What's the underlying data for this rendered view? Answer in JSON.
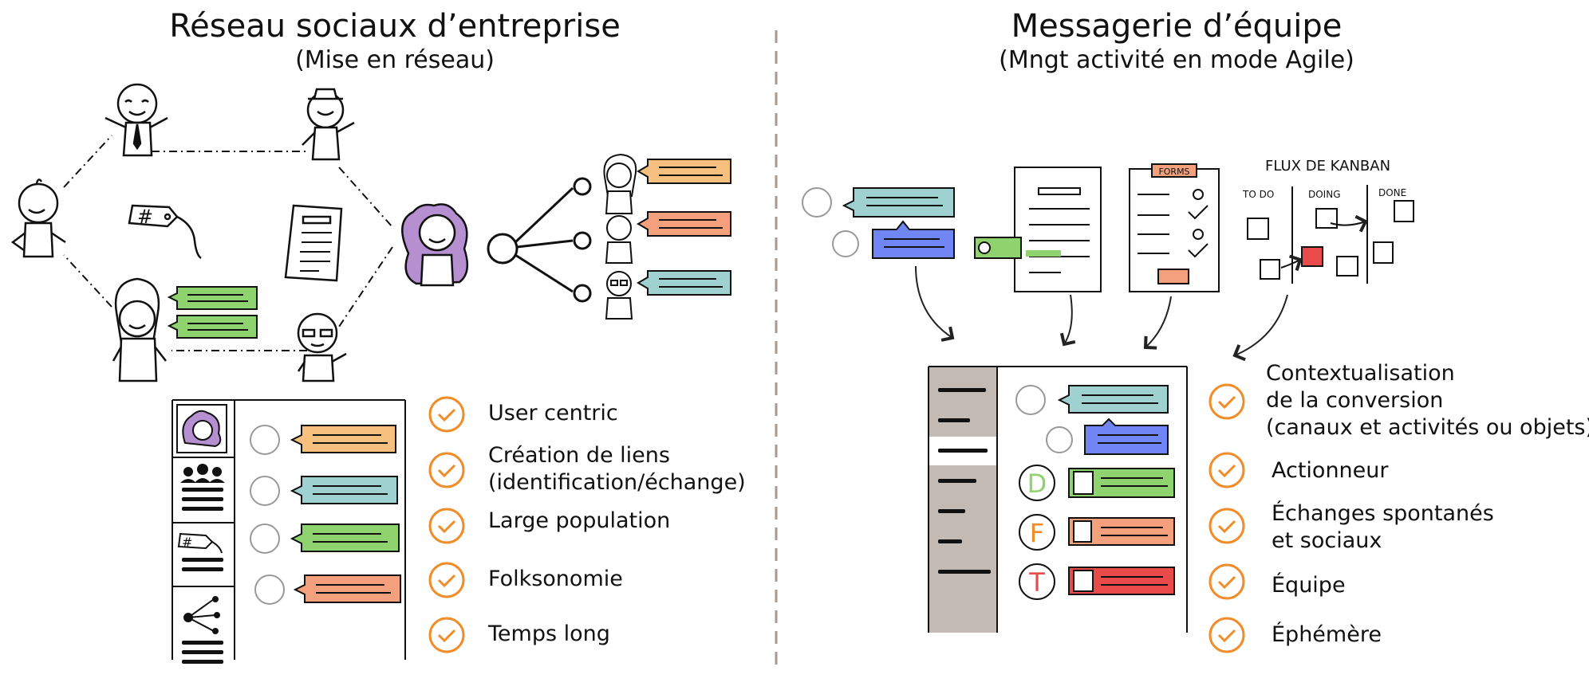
{
  "left": {
    "title": "Réseau sociaux d’entreprise",
    "subtitle": "(Mise en réseau)",
    "features": [
      "User centric",
      "Création de liens\n(identification/échange)",
      "Large population",
      "Folksonomie",
      "Temps long"
    ],
    "tag_symbol": "#"
  },
  "right": {
    "title": "Messagerie d’équipe",
    "subtitle": "(Mngt activité en mode Agile)",
    "features": [
      "Contextualisation\nde la conversion\n(canaux et activités ou objets)",
      "Actionneur",
      "Échanges spontanés\net sociaux",
      "Équipe",
      "Éphémère"
    ],
    "forms_label": "FORMS",
    "kanban": {
      "title": "FLUX DE KANBAN",
      "columns": [
        "TO DO",
        "DOING",
        "DONE"
      ]
    },
    "channel_letters": [
      "D",
      "F",
      "T"
    ]
  },
  "colors": {
    "orange": "#f8c07e",
    "teal": "#9fd1d1",
    "green": "#8fd36e",
    "salmon": "#f4a07c",
    "blue": "#6f86f4",
    "red": "#e94a4a",
    "purple": "#b58fd0",
    "check": "#f28c28",
    "divider": "#a89a8e",
    "sidebar": "#c3bab3"
  }
}
